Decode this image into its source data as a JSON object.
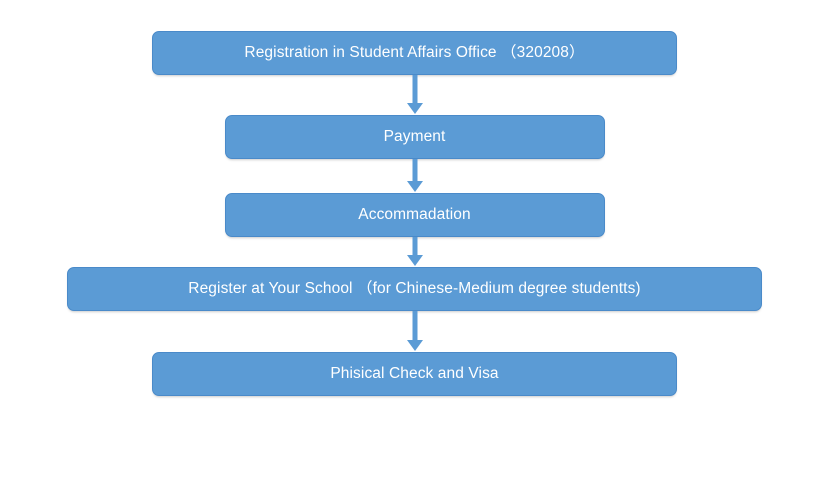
{
  "diagram": {
    "type": "vertical-flowchart",
    "title": "",
    "orientation": "top-to-bottom",
    "box_fill_color": "#5b9bd5",
    "box_border_color": "#4a8ac9",
    "text_color": "#ffffff",
    "background_color": "#ffffff",
    "arrow_color": "#5b9bd5",
    "steps": [
      {
        "index": 1,
        "label": "Registration in Student Affairs Office （320208）"
      },
      {
        "index": 2,
        "label": "Payment"
      },
      {
        "index": 3,
        "label": "Accommadation"
      },
      {
        "index": 4,
        "label": "Register at Your School （for Chinese-Medium degree studentts)"
      },
      {
        "index": 5,
        "label": "Phisical Check and Visa"
      }
    ],
    "connectors": [
      {
        "from": 1,
        "to": 2,
        "icon": "arrow-down-icon"
      },
      {
        "from": 2,
        "to": 3,
        "icon": "arrow-down-icon"
      },
      {
        "from": 3,
        "to": 4,
        "icon": "arrow-down-icon"
      },
      {
        "from": 4,
        "to": 5,
        "icon": "arrow-down-icon"
      }
    ]
  }
}
